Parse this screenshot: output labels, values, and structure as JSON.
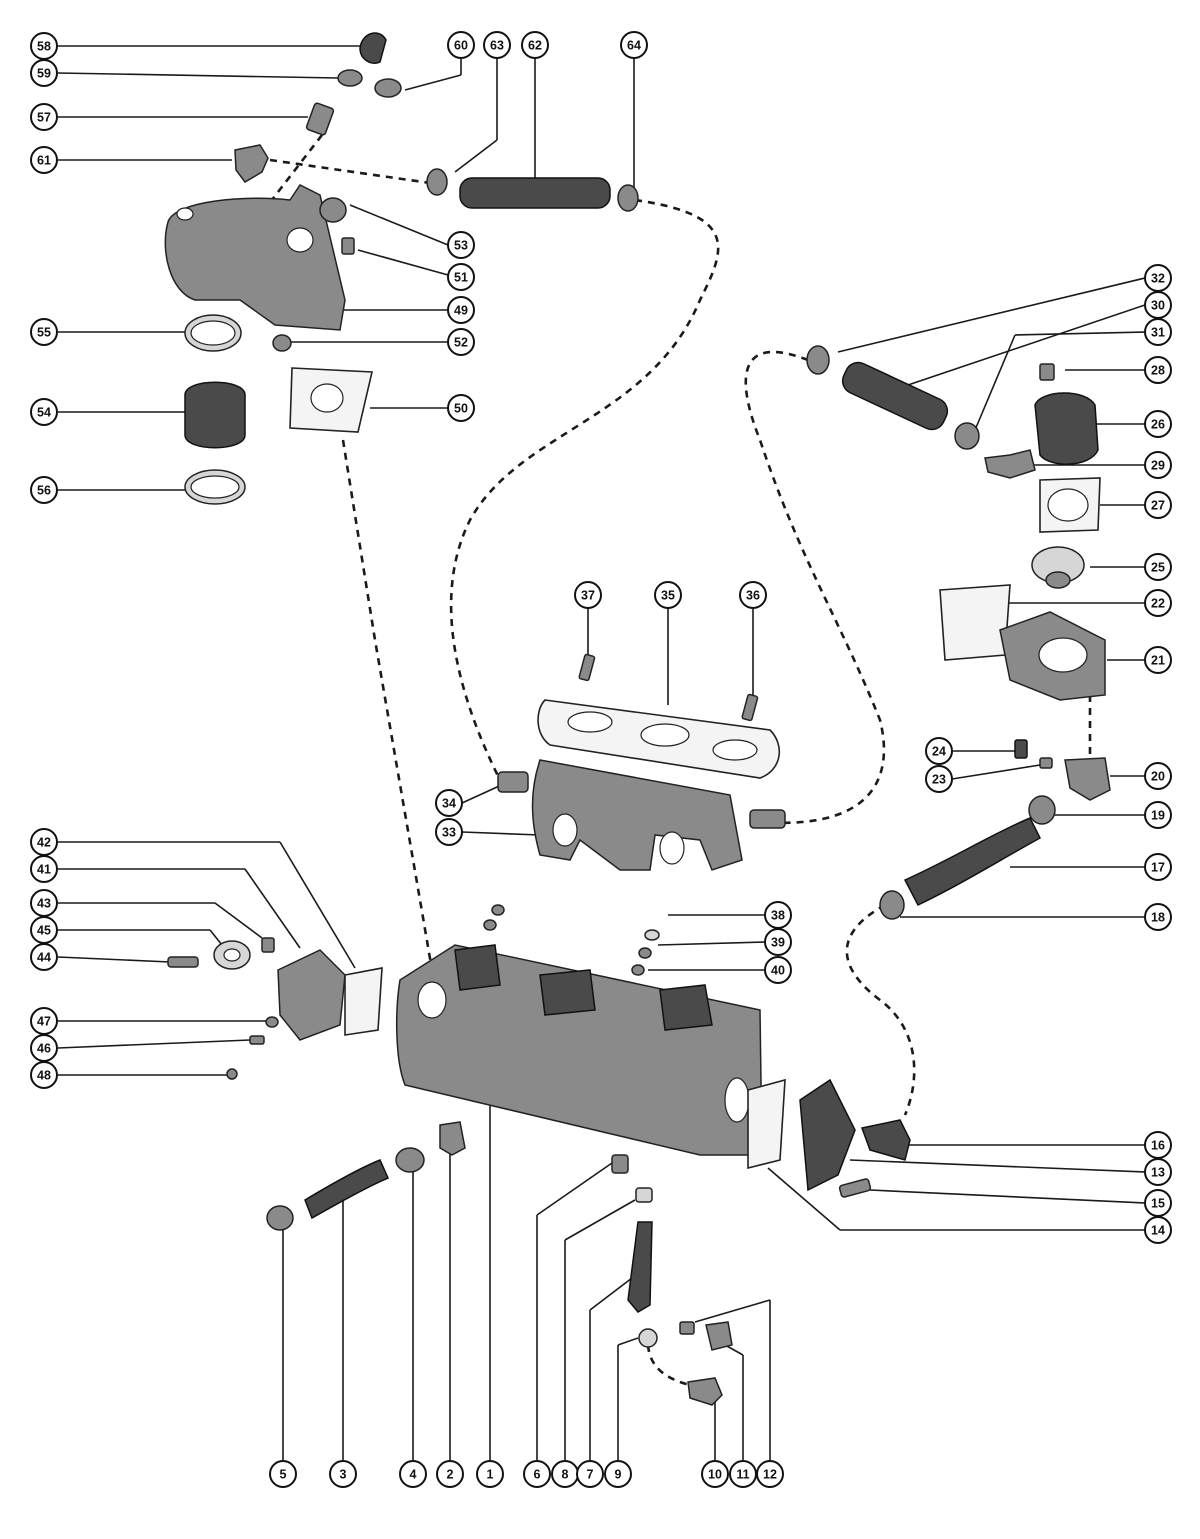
{
  "callouts": [
    {
      "id": "58",
      "label": "58"
    },
    {
      "id": "59",
      "label": "59"
    },
    {
      "id": "57",
      "label": "57"
    },
    {
      "id": "61",
      "label": "61"
    },
    {
      "id": "60",
      "label": "60"
    },
    {
      "id": "63",
      "label": "63"
    },
    {
      "id": "62",
      "label": "62"
    },
    {
      "id": "64",
      "label": "64"
    },
    {
      "id": "53",
      "label": "53"
    },
    {
      "id": "51",
      "label": "51"
    },
    {
      "id": "49",
      "label": "49"
    },
    {
      "id": "52",
      "label": "52"
    },
    {
      "id": "55",
      "label": "55"
    },
    {
      "id": "50",
      "label": "50"
    },
    {
      "id": "54",
      "label": "54"
    },
    {
      "id": "56",
      "label": "56"
    },
    {
      "id": "32",
      "label": "32"
    },
    {
      "id": "30",
      "label": "30"
    },
    {
      "id": "31",
      "label": "31"
    },
    {
      "id": "28",
      "label": "28"
    },
    {
      "id": "26",
      "label": "26"
    },
    {
      "id": "29",
      "label": "29"
    },
    {
      "id": "27",
      "label": "27"
    },
    {
      "id": "25",
      "label": "25"
    },
    {
      "id": "22",
      "label": "22"
    },
    {
      "id": "21",
      "label": "21"
    },
    {
      "id": "24",
      "label": "24"
    },
    {
      "id": "23",
      "label": "23"
    },
    {
      "id": "20",
      "label": "20"
    },
    {
      "id": "19",
      "label": "19"
    },
    {
      "id": "17",
      "label": "17"
    },
    {
      "id": "18",
      "label": "18"
    },
    {
      "id": "37",
      "label": "37"
    },
    {
      "id": "35",
      "label": "35"
    },
    {
      "id": "36",
      "label": "36"
    },
    {
      "id": "34",
      "label": "34"
    },
    {
      "id": "33",
      "label": "33"
    },
    {
      "id": "42",
      "label": "42"
    },
    {
      "id": "41",
      "label": "41"
    },
    {
      "id": "43",
      "label": "43"
    },
    {
      "id": "45",
      "label": "45"
    },
    {
      "id": "44",
      "label": "44"
    },
    {
      "id": "47",
      "label": "47"
    },
    {
      "id": "46",
      "label": "46"
    },
    {
      "id": "48",
      "label": "48"
    },
    {
      "id": "38",
      "label": "38"
    },
    {
      "id": "39",
      "label": "39"
    },
    {
      "id": "40",
      "label": "40"
    },
    {
      "id": "16",
      "label": "16"
    },
    {
      "id": "13",
      "label": "13"
    },
    {
      "id": "15",
      "label": "15"
    },
    {
      "id": "14",
      "label": "14"
    },
    {
      "id": "5",
      "label": "5"
    },
    {
      "id": "3",
      "label": "3"
    },
    {
      "id": "4",
      "label": "4"
    },
    {
      "id": "2",
      "label": "2"
    },
    {
      "id": "1",
      "label": "1"
    },
    {
      "id": "6",
      "label": "6"
    },
    {
      "id": "8",
      "label": "8"
    },
    {
      "id": "7",
      "label": "7"
    },
    {
      "id": "9",
      "label": "9"
    },
    {
      "id": "10",
      "label": "10"
    },
    {
      "id": "11",
      "label": "11"
    },
    {
      "id": "12",
      "label": "12"
    }
  ]
}
